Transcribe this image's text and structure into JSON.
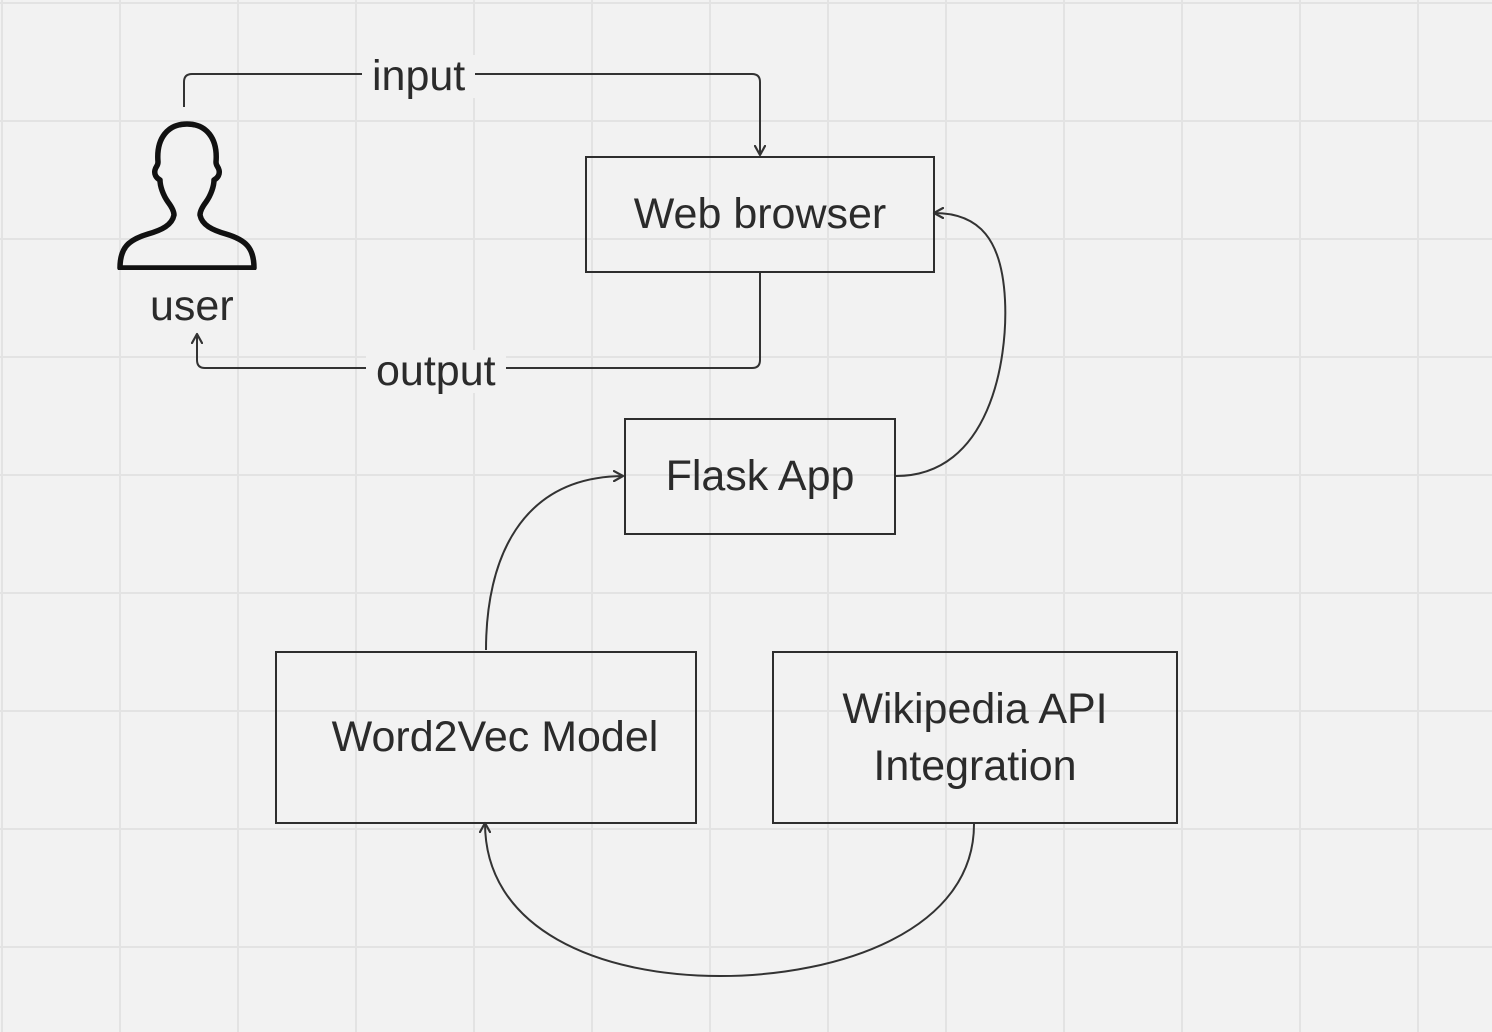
{
  "nodes": {
    "user": "user",
    "web_browser": "Web browser",
    "flask_app": "Flask App",
    "word2vec": "Word2Vec Model",
    "wikipedia": "Wikipedia API\nIntegration"
  },
  "edges": {
    "input": "input",
    "output": "output"
  },
  "icons": {
    "user": "person-outline-icon"
  },
  "colors": {
    "background": "#f2f2f2",
    "grid": "#e3e3e3",
    "stroke": "#2e2e2e"
  }
}
